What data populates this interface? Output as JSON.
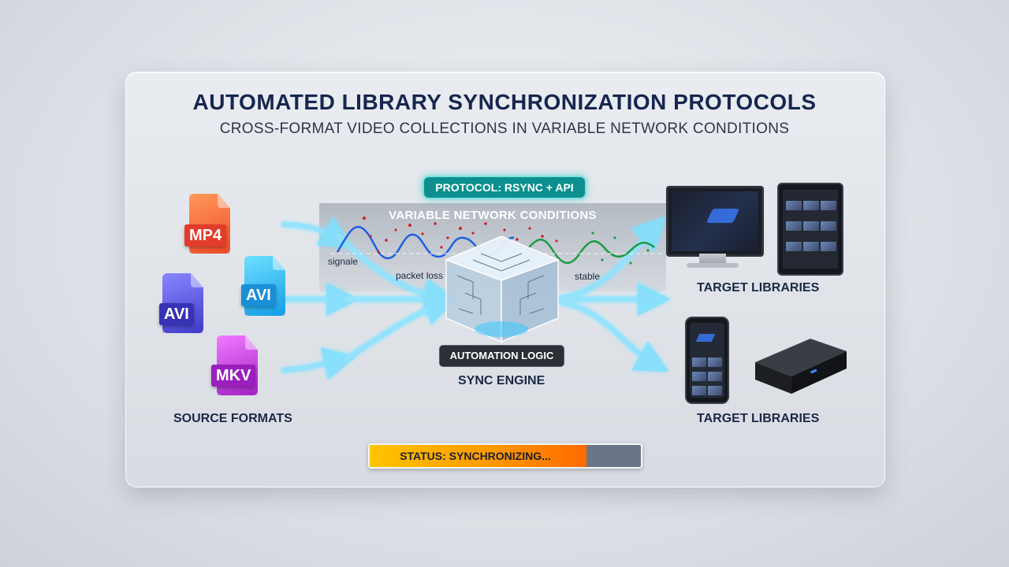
{
  "header": {
    "title": "AUTOMATED LIBRARY SYNCHRONIZATION PROTOCOLS",
    "subtitle": "CROSS-FORMAT VIDEO COLLECTIONS IN VARIABLE NETWORK CONDITIONS"
  },
  "protocol_badge": "PROTOCOL: RSYNC + API",
  "network": {
    "title": "VARIABLE NETWORK CONDITIONS",
    "labels": {
      "signal": "signale",
      "packet_loss": "packet loss",
      "stable": "stable"
    }
  },
  "sources": {
    "label": "SOURCE FORMATS",
    "files": [
      {
        "name": "MP4",
        "color": "#f0542f"
      },
      {
        "name": "AVI",
        "color": "#19a6e8"
      },
      {
        "name": "AVI",
        "color": "#4e49d6"
      },
      {
        "name": "MKV",
        "color": "#b52bd1"
      }
    ]
  },
  "engine": {
    "logic_label": "AUTOMATION LOGIC",
    "label": "SYNC ENGINE"
  },
  "targets": {
    "top_label": "TARGET LIBRARIES",
    "bottom_label": "TARGET LIBRARIES"
  },
  "status": {
    "text": "STATUS: SYNCHRONIZING...",
    "progress": 0.8
  },
  "colors": {
    "title": "#162650",
    "flow": "#5fd3ff",
    "badge": "#0c8f8e",
    "signal_blue": "#1f5fe0",
    "signal_red": "#d0202a",
    "signal_green": "#1d9a46"
  }
}
